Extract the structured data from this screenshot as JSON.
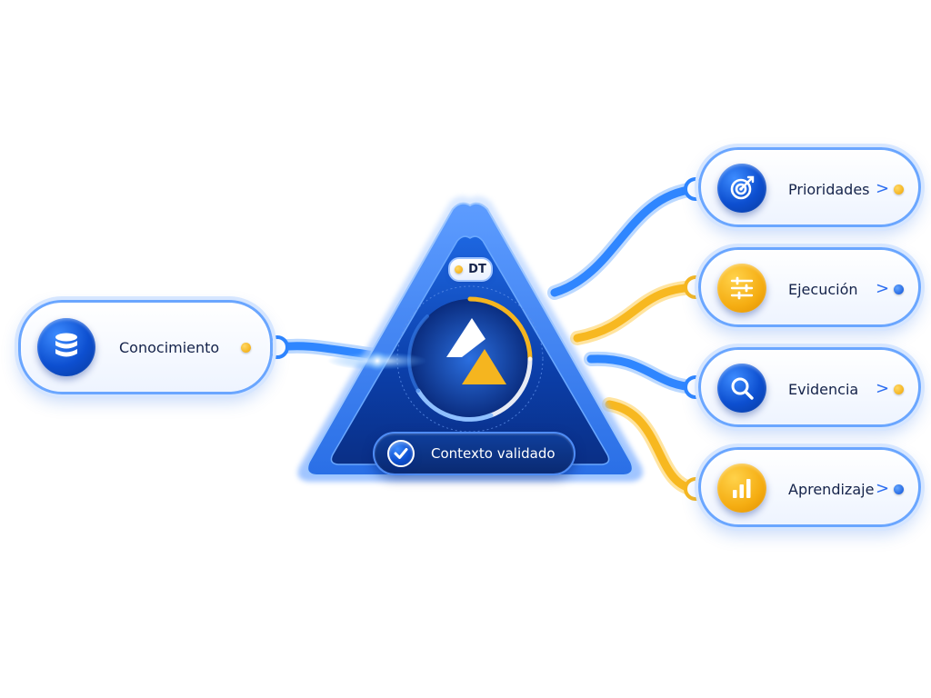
{
  "center": {
    "badge_label": "DT",
    "status_label": "Contexto validado"
  },
  "left_node": {
    "label": "Conocimiento",
    "icon": "database-icon",
    "dot_color": "gold"
  },
  "right_nodes": [
    {
      "label": "Prioridades",
      "icon": "target-icon",
      "icon_style": "blue",
      "chevron": ">",
      "dot_color": "gold",
      "connector_color": "blue"
    },
    {
      "label": "Ejecución",
      "icon": "sliders-icon",
      "icon_style": "gold",
      "chevron": ">",
      "dot_color": "blue",
      "connector_color": "gold"
    },
    {
      "label": "Evidencia",
      "icon": "search-icon",
      "icon_style": "blue",
      "chevron": ">",
      "dot_color": "gold",
      "connector_color": "blue"
    },
    {
      "label": "Aprendizaje",
      "icon": "bar-chart-icon",
      "icon_style": "gold",
      "chevron": ">",
      "dot_color": "blue",
      "connector_color": "gold"
    }
  ],
  "colors": {
    "primary_blue": "#0d4fd0",
    "accent_gold": "#f5ad12",
    "text_dark": "#15234a",
    "connector_blue": "#2f86ff",
    "connector_gold": "#f7b820"
  }
}
